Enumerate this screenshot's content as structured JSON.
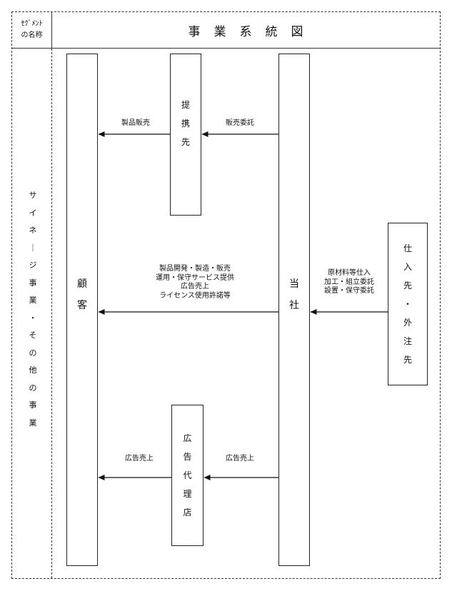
{
  "header": {
    "segment_name_label": [
      "ｾｸﾞﾒﾝﾄ",
      "の名称"
    ],
    "title": "事　業　系　統　図"
  },
  "segment": "サイネージ事業・その他の事業",
  "nodes": {
    "customer": "顧客",
    "company": "当社",
    "partner": "提携先",
    "ad_agency": "広告代理店",
    "supplier": "仕入先・外注先"
  },
  "flows": {
    "partner_to_customer": "製品販売",
    "company_to_partner": "販売委託",
    "company_to_customer": [
      "製品開発・製造・販売",
      "運用・保守サービス提供",
      "広告売上",
      "ライセンス使用許諾等"
    ],
    "supplier_to_company": [
      "原材料等仕入",
      "加工・組立委託",
      "設置・保守委託"
    ],
    "agency_to_customer": "広告売上",
    "company_to_agency": "広告売上"
  }
}
